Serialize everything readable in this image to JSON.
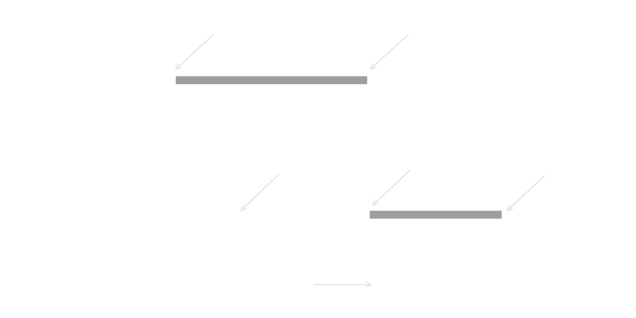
{
  "colors": {
    "background": "#ffffff",
    "bar": "#9e9e9e",
    "arrow": "#e2e2e2"
  },
  "elements": [
    {
      "kind": "bar",
      "name": "top-bar"
    },
    {
      "kind": "bar",
      "name": "bottom-bar"
    },
    {
      "kind": "arrow",
      "name": "arrow-top-left",
      "direction": "down-left"
    },
    {
      "kind": "arrow",
      "name": "arrow-top-right",
      "direction": "down-left"
    },
    {
      "kind": "arrow",
      "name": "arrow-middle-left",
      "direction": "down-left"
    },
    {
      "kind": "arrow",
      "name": "arrow-middle-center",
      "direction": "down-left"
    },
    {
      "kind": "arrow",
      "name": "arrow-middle-right",
      "direction": "down-left"
    },
    {
      "kind": "arrow",
      "name": "arrow-bottom",
      "direction": "right"
    }
  ]
}
